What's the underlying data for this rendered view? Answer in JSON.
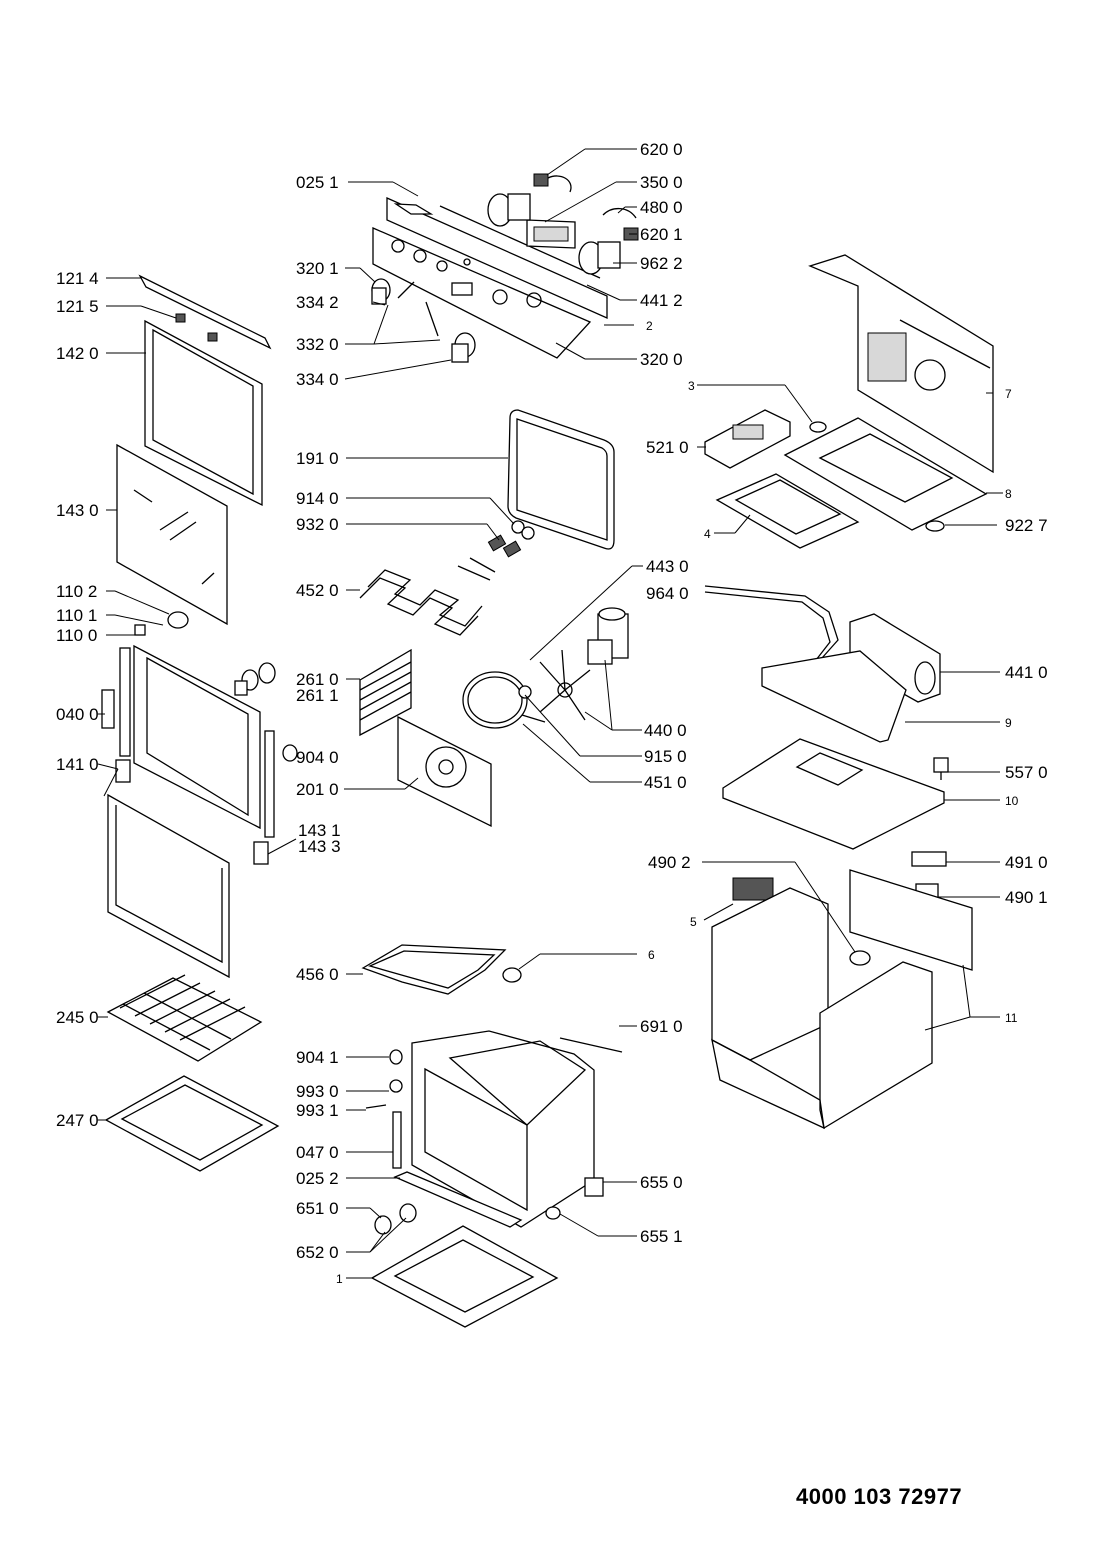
{
  "labels": {
    "l6200": "620 0",
    "l0251": "025 1",
    "l3500": "350 0",
    "l4800": "480 0",
    "l6201": "620 1",
    "l9622": "962 2",
    "l4412": "441 2",
    "l2": "2",
    "l3200": "320 0",
    "l3201": "320 1",
    "l3342": "334 2",
    "l3320": "332 0",
    "l3340": "334 0",
    "l1214": "121 4",
    "l1215": "121 5",
    "l1420": "142 0",
    "l1430": "143 0",
    "l1102": "110 2",
    "l1101": "110 1",
    "l1100": "110 0",
    "l0400": "040 0",
    "l1410": "141 0",
    "l1431": "143 1",
    "l1433": "143 3",
    "l2450": "245 0",
    "l2470": "247 0",
    "l1910": "191 0",
    "l9140": "914 0",
    "l9320": "932 0",
    "l4520": "452 0",
    "l2610": "261 0",
    "l2611": "261 1",
    "l9040": "904 0",
    "l2010": "201 0",
    "l4430": "443 0",
    "l4400": "440 0",
    "l9150": "915 0",
    "l4510": "451 0",
    "l3": "3",
    "l5210": "521 0",
    "l7": "7",
    "l8": "8",
    "l4": "4",
    "l9227": "922 7",
    "l9640": "964 0",
    "l4410": "441 0",
    "l9": "9",
    "l5570": "557 0",
    "l10": "10",
    "l4902": "490 2",
    "l4910": "491 0",
    "l4901": "490 1",
    "l5": "5",
    "l11": "11",
    "l4560": "456 0",
    "l6": "6",
    "l6910": "691 0",
    "l9041": "904 1",
    "l9930": "993 0",
    "l9931": "993 1",
    "l0470": "047 0",
    "l0252": "025 2",
    "l6550": "655 0",
    "l6510": "651 0",
    "l6520": "652 0",
    "l6551": "655 1",
    "l1": "1"
  },
  "document_number": "4000 103 72977"
}
